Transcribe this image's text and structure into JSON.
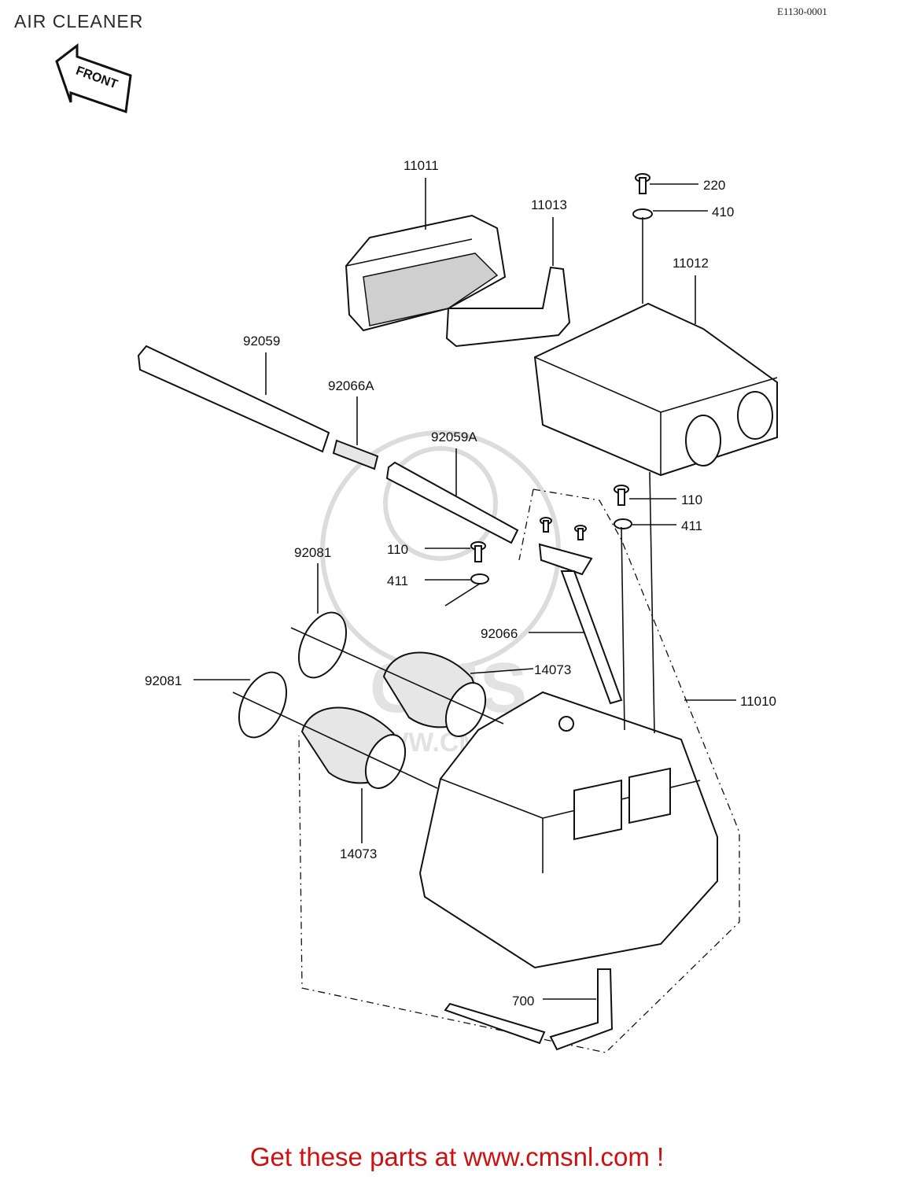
{
  "header": {
    "title": "AIR CLEANER",
    "diagram_id": "E1130-0001"
  },
  "front_arrow": {
    "label": "FRONT"
  },
  "watermark": {
    "text": "CMS",
    "url": "WWW.CMSNL.COM"
  },
  "callouts": {
    "p11011": "11011",
    "p11013": "11013",
    "p220": "220",
    "p410": "410",
    "p11012": "11012",
    "p92059": "92059",
    "p92066a": "92066A",
    "p92059a": "92059A",
    "p110_right": "110",
    "p411_right": "411",
    "p92081_top": "92081",
    "p110_left": "110",
    "p411_left": "411",
    "p92066": "92066",
    "p14073_top": "14073",
    "p11010": "11010",
    "p92081_left": "92081",
    "p14073_bottom": "14073",
    "p700": "700"
  },
  "footer": {
    "text": "Get these parts at www.cmsnl.com !"
  }
}
